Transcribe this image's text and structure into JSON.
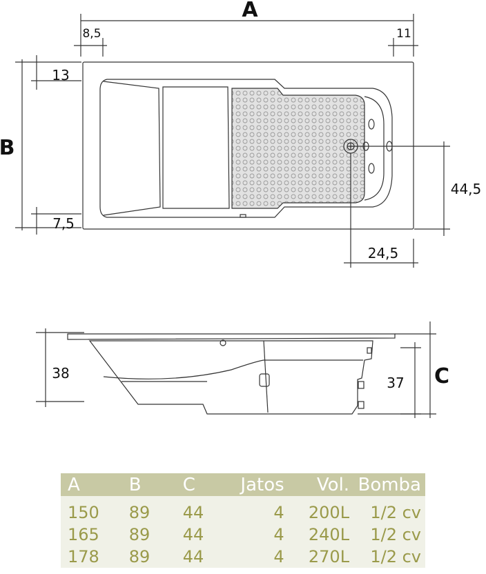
{
  "dimensions": {
    "A": "A",
    "B": "B",
    "C": "C",
    "top_left_offset": "8,5",
    "top_right_offset": "11",
    "left_top_offset": "13",
    "left_bottom_offset": "7,5",
    "right_height": "44,5",
    "bottom_width": "24,5",
    "side_left_depth": "38",
    "side_right_depth": "37"
  },
  "table": {
    "headers": [
      "A",
      "B",
      "C",
      "Jatos",
      "Vol.",
      "Bomba"
    ],
    "rows": [
      [
        "150",
        "89",
        "44",
        "4",
        "200L",
        "1/2 cv"
      ],
      [
        "165",
        "89",
        "44",
        "4",
        "240L",
        "1/2 cv"
      ],
      [
        "178",
        "89",
        "44",
        "4",
        "270L",
        "1/2 cv"
      ]
    ]
  },
  "colors": {
    "header_bg": "#c8c9a4",
    "header_text": "#ffffff",
    "body_bg": "#f0f1e7",
    "body_text": "#9a9a4a",
    "line": "#333333"
  }
}
